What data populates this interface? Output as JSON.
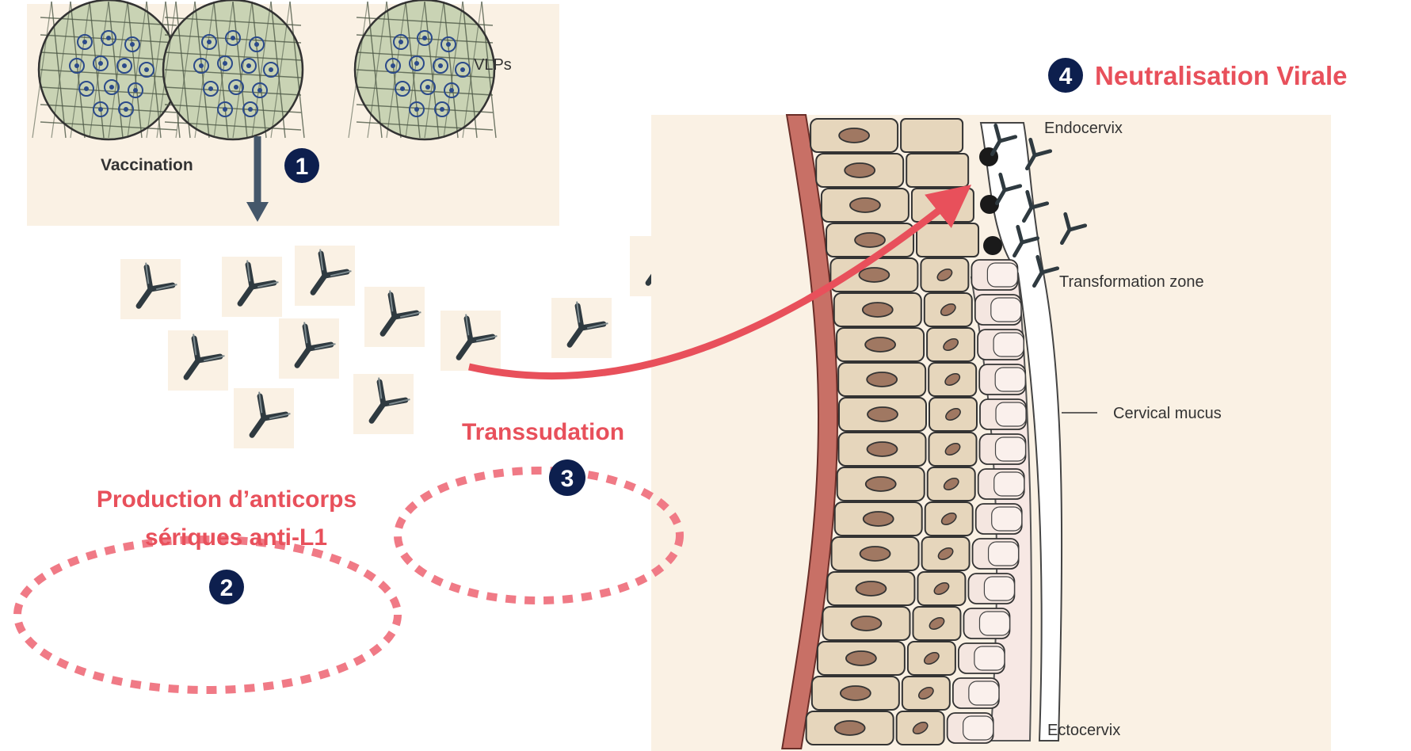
{
  "labels": {
    "vlps": "VLPs",
    "vaccination": "Vaccination",
    "production_line1": "Production d’anticorps",
    "production_line2": "sériques anti-L1",
    "transsudation": "Transsudation",
    "neutralisation": "Neutralisation Virale",
    "endocervix": "Endocervix",
    "transformation_zone": "Transformation zone",
    "cervical_mucus": "Cervical mucus",
    "ectocervix": "Ectocervix"
  },
  "steps": {
    "step1": "1",
    "step2": "2",
    "step3": "3",
    "step4": "4"
  },
  "colors": {
    "accent_red": "#e8505b",
    "badge_navy": "#0d1f4e",
    "panel_beige": "#faf1e4",
    "cell_tan": "#e6d6bc",
    "nucleus_brown": "#a07862",
    "basement_red": "#c87066",
    "squamous_pink": "#f7e8e4",
    "arrow_slate": "#45576a"
  }
}
